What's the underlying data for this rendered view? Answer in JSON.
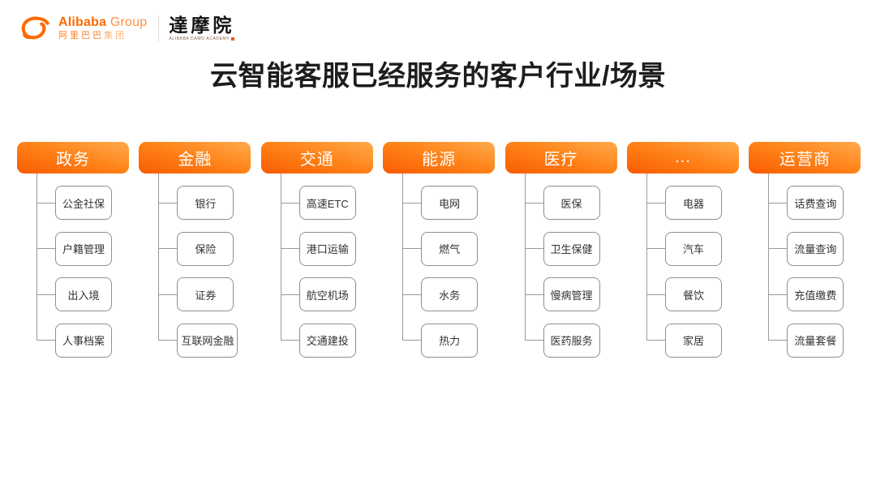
{
  "logo": {
    "alibaba_bold": "Alibaba",
    "alibaba_light": "Group",
    "alibaba_cn": "阿里巴巴",
    "alibaba_cn_light": "集团",
    "damo_cn": "達摩院",
    "damo_en": "ALIBABA DAMO ACADEMY"
  },
  "title": "云智能客服已经服务的客户行业/场景",
  "colors": {
    "brand_orange": "#ff6a00",
    "header_gradient_start": "#f85c02",
    "header_gradient_end": "#ffab4e",
    "connector": "#9a9a9a",
    "box_border": "#8f8f8f",
    "box_text": "#333333"
  },
  "columns": [
    {
      "header": "政务",
      "items": [
        "公金社保",
        "户籍管理",
        "出入境",
        "人事档案"
      ]
    },
    {
      "header": "金融",
      "items": [
        "银行",
        "保险",
        "证券",
        "互联网金融"
      ]
    },
    {
      "header": "交通",
      "items": [
        "高速ETC",
        "港口运输",
        "航空机场",
        "交通建投"
      ]
    },
    {
      "header": "能源",
      "items": [
        "电网",
        "燃气",
        "水务",
        "热力"
      ]
    },
    {
      "header": "医疗",
      "items": [
        "医保",
        "卫生保健",
        "慢病管理",
        "医药服务"
      ]
    },
    {
      "header": "...",
      "items": [
        "电器",
        "汽车",
        "餐饮",
        "家居"
      ]
    },
    {
      "header": "运营商",
      "items": [
        "话费查询",
        "流量查询",
        "充值缴费",
        "流量套餐"
      ]
    }
  ]
}
